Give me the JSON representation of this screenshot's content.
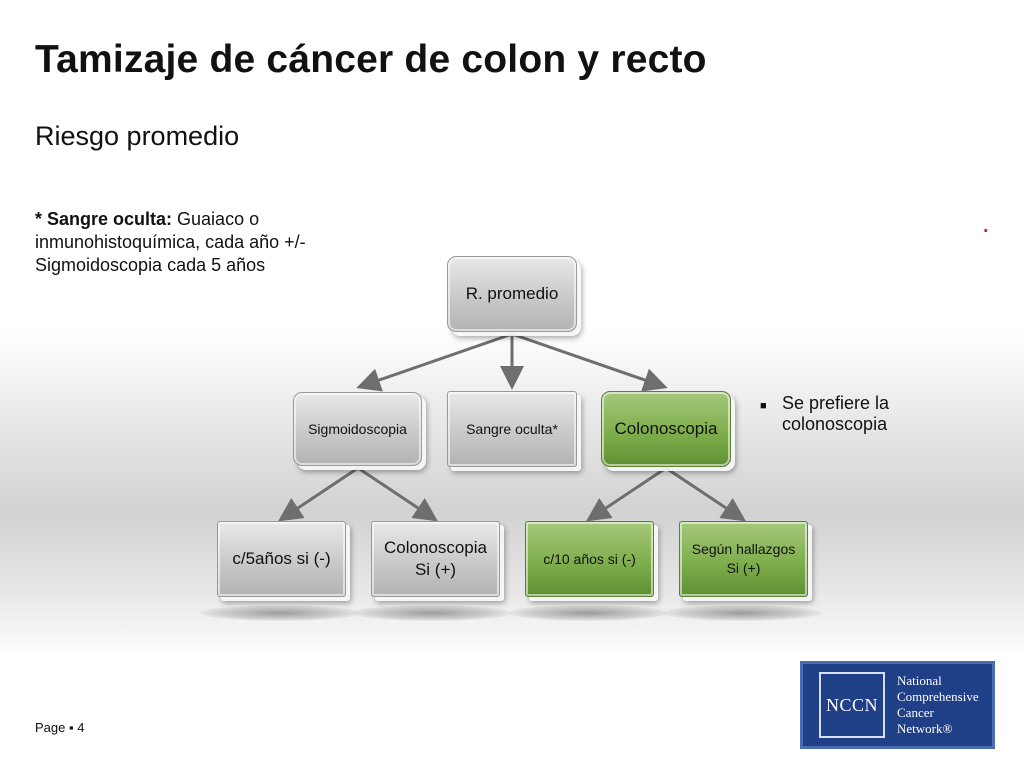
{
  "slide": {
    "title": "Tamizaje de cáncer de colon y recto",
    "subtitle": "Riesgo promedio",
    "note": {
      "bold": "* Sangre oculta:",
      "line1_rest": " Guaiaco o",
      "line2": "inmunohistoquímica, cada año +/-",
      "line3": "Sigmoidoscopia cada 5 años"
    },
    "stray_dot": "."
  },
  "diagram": {
    "root": "R. promedio",
    "level2": [
      "Sigmoidoscopia",
      "Sangre oculta*",
      "Colonoscopia"
    ],
    "level3": [
      {
        "line1": "c/5años si (-)",
        "line2": ""
      },
      {
        "line1": "Colonoscopia",
        "line2": "Si (+)"
      },
      {
        "line1": "c/10 años si (-)",
        "line2": ""
      },
      {
        "line1": "Según hallazgos",
        "line2": "Si (+)"
      }
    ]
  },
  "bullet": {
    "marker": "■",
    "text_line1": "Se prefiere la",
    "text_line2": "colonoscopia"
  },
  "footer": {
    "page_label": "Page",
    "separator": "▪",
    "page_number": "4"
  },
  "logo": {
    "mark": "NCCN",
    "line1": "National",
    "line2": "Comprehensive",
    "line3": "Cancer",
    "line4": "Network®"
  },
  "colors": {
    "gray_box": "#c9c9c9",
    "green_box": "#7fae4c",
    "arrow": "#6e6e6e",
    "logo_bg": "#1f3f86"
  }
}
